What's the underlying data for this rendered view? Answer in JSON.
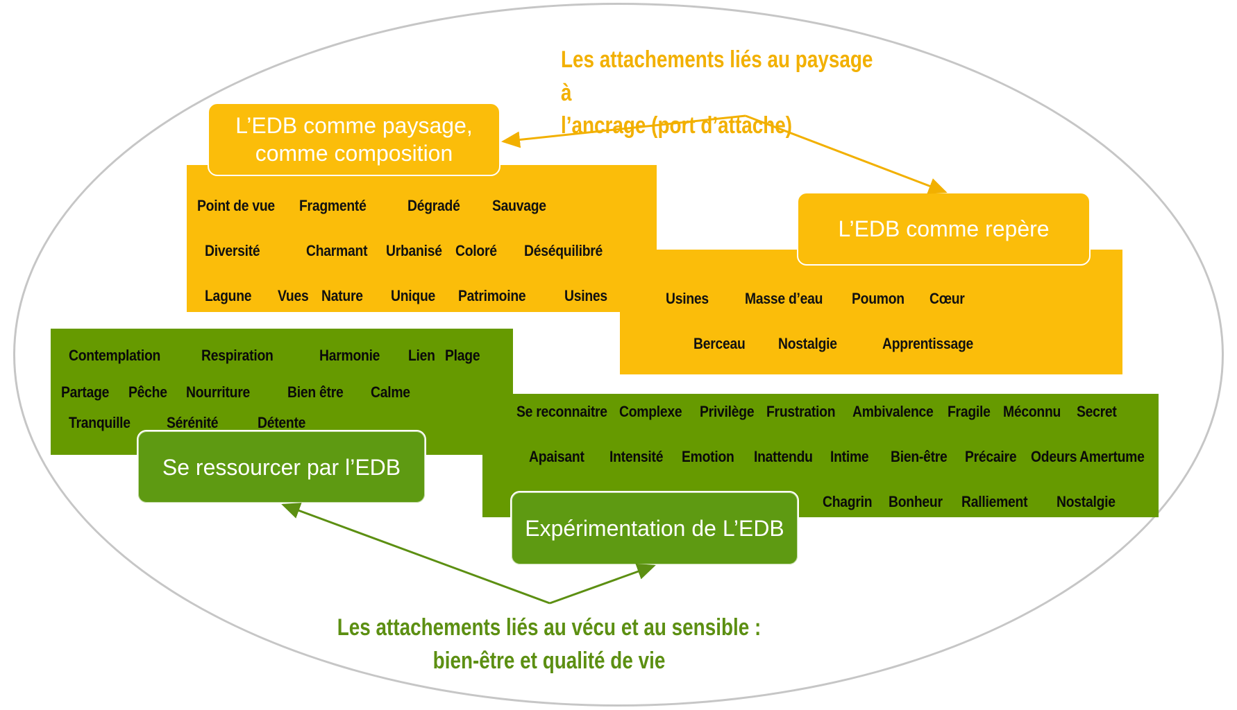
{
  "colors": {
    "gold": "#fbbd0a",
    "green": "#669a00",
    "gold_text": "#f2b000",
    "green_text": "#5c8f12",
    "ellipse": "#c6c6c6"
  },
  "captions": {
    "top": [
      "Les attachements liés au paysage à",
      "l’ancrage (port d’attache)"
    ],
    "bottom": [
      "Les attachements liés au vécu et au sensible :",
      "bien-être et qualité de vie"
    ]
  },
  "boxes": {
    "paysage": [
      "L’EDB comme paysage,",
      "comme composition"
    ],
    "repere": "L’EDB comme repère",
    "ressourcer": "Se ressourcer par l’EDB",
    "experimentation": "Expérimentation de L’EDB"
  },
  "panels": {
    "paysage_words": [
      "Point de vue",
      "Fragmenté",
      "Dégradé",
      "Sauvage",
      "Diversité",
      "Charmant",
      "Urbanisé",
      "Coloré",
      "Déséquilibré",
      "Lagune",
      "Vues",
      "Nature",
      "Unique",
      "Patrimoine",
      "Usines"
    ],
    "repere_words": [
      "Usines",
      "Masse d’eau",
      "Poumon",
      "Cœur",
      "Berceau",
      "Nostalgie",
      "Apprentissage"
    ],
    "ressourcer_words": [
      "Contemplation",
      "Respiration",
      "Harmonie",
      "Lien",
      "Plage",
      "Partage",
      "Pêche",
      "Nourriture",
      "Bien être",
      "Calme",
      "Tranquille",
      "Sérénité",
      "Détente"
    ],
    "experimentation_words": [
      "Se reconnaitre",
      "Complexe",
      "Privilège",
      "Frustration",
      "Ambivalence",
      "Fragile",
      "Méconnu",
      "Secret",
      "Apaisant",
      "Intensité",
      "Emotion",
      "Inattendu",
      "Intime",
      "Bien-être",
      "Précaire",
      "Odeurs",
      "Amertume",
      "Chagrin",
      "Bonheur",
      "Ralliement",
      "Nostalgie"
    ]
  }
}
